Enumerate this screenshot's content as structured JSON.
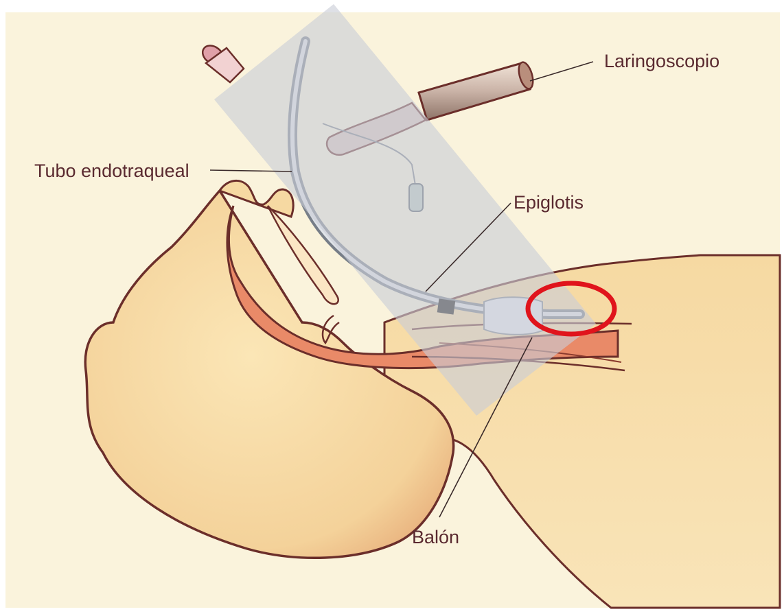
{
  "labels": {
    "laryngoscope": "Laringoscopio",
    "endotracheal_tube": "Tubo endotraqueal",
    "epiglottis": "Epiglotis",
    "cuff": "Balón"
  },
  "colors": {
    "background_panel": "#faf3dc",
    "skin": "#f6d9a2",
    "skin_shadow": "#e8b57c",
    "outline": "#6b2e2a",
    "mouth_tissue": "#e98a68",
    "overlay": "#c9cdd6",
    "highlight_circle": "#e0141c",
    "label_text": "#5a2a30"
  }
}
